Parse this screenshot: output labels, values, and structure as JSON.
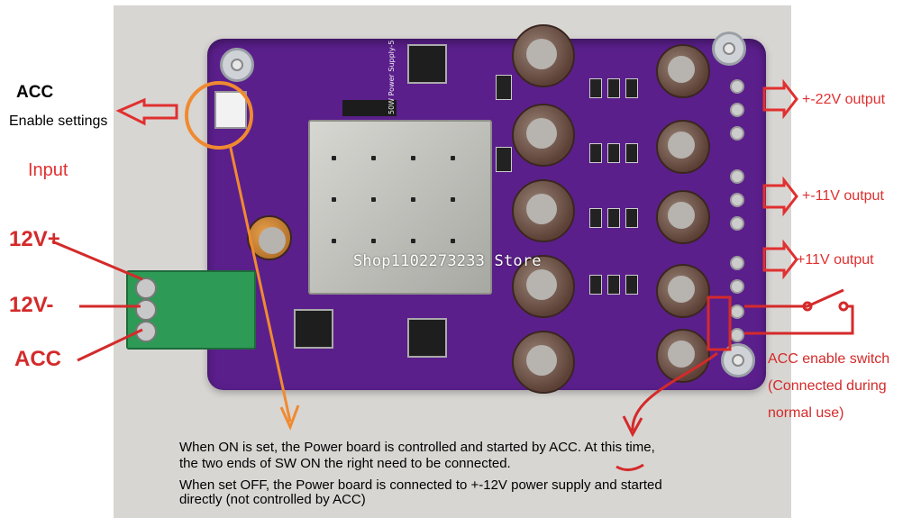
{
  "labels": {
    "acc_title": "ACC",
    "acc_subtitle": "Enable settings",
    "input": "Input",
    "v12_plus": "12V+",
    "v12_minus": "12V-",
    "acc_terminal": "ACC",
    "out_22": "+-22V output",
    "out_11": "+-11V output",
    "out_11_single": "+11V output",
    "switch_title": "ACC enable switch",
    "switch_note_1": "(Connected during",
    "switch_note_2": "normal use)"
  },
  "notes": {
    "on_line1": "When ON is set, the Power board is controlled and started by ACC. At this time,",
    "on_line2": "the two ends of SW ON the right need to be connected.",
    "off_line1": "When set OFF, the Power board is connected to +-12V power supply and started",
    "off_line2": "directly (not controlled by ACC)"
  },
  "board": {
    "silk_model": "50W Power Supply-5",
    "watermark": "Shop1102273233 Store"
  },
  "colors": {
    "pcb": "#5b1f8c",
    "annotation_red": "#e03030",
    "highlight_orange": "#f08a30"
  }
}
